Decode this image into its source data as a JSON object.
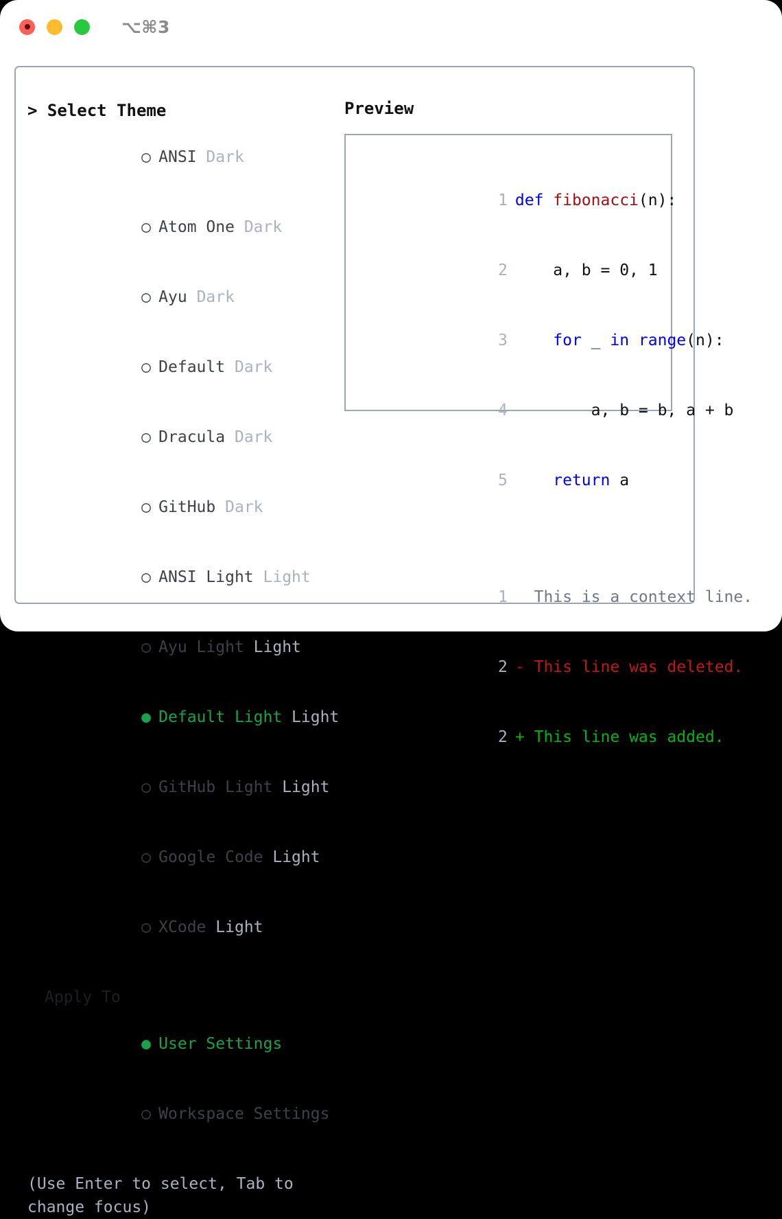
{
  "titlebar": {
    "shortcut": "⌥⌘3",
    "lights": [
      {
        "name": "close",
        "color": "#ff5f57"
      },
      {
        "name": "minimize",
        "color": "#febc2e"
      },
      {
        "name": "maximize",
        "color": "#28c840"
      }
    ]
  },
  "theme_picker": {
    "header": "> Select Theme",
    "selected_theme": "Default Light",
    "accent_color": "#16a34a",
    "badge_color": "#a9b2c3",
    "marker_on": "●",
    "marker_off": "○",
    "items": [
      {
        "marker": "○",
        "label": "ANSI",
        "badge": "Dark",
        "selected": false
      },
      {
        "marker": "○",
        "label": "Atom One",
        "badge": "Dark",
        "selected": false
      },
      {
        "marker": "○",
        "label": "Ayu",
        "badge": "Dark",
        "selected": false
      },
      {
        "marker": "○",
        "label": "Default",
        "badge": "Dark",
        "selected": false
      },
      {
        "marker": "○",
        "label": "Dracula",
        "badge": "Dark",
        "selected": false
      },
      {
        "marker": "○",
        "label": "GitHub",
        "badge": "Dark",
        "selected": false
      },
      {
        "marker": "○",
        "label": "ANSI Light",
        "badge": "Light",
        "selected": false
      },
      {
        "marker": "○",
        "label": "Ayu Light",
        "badge": "Light",
        "selected": false
      },
      {
        "marker": "●",
        "label": "Default Light",
        "badge": "Light",
        "selected": true
      },
      {
        "marker": "○",
        "label": "GitHub Light",
        "badge": "Light",
        "selected": false
      },
      {
        "marker": "○",
        "label": "Google Code",
        "badge": "Light",
        "selected": false
      },
      {
        "marker": "○",
        "label": "XCode",
        "badge": "Light",
        "selected": false
      }
    ]
  },
  "apply_to": {
    "label": "Apply To",
    "selected": "User Settings",
    "items": [
      {
        "marker": "●",
        "label": "User Settings",
        "selected": true
      },
      {
        "marker": "○",
        "label": "Workspace Settings",
        "selected": false
      }
    ]
  },
  "hint": "(Use Enter to select, Tab to change focus)",
  "preview": {
    "title": "Preview",
    "code": [
      {
        "lineno": "1",
        "tokens": [
          {
            "text": "def ",
            "type": "kw"
          },
          {
            "text": "fibonacci",
            "type": "fn"
          },
          {
            "text": "(n):",
            "type": "plain"
          }
        ]
      },
      {
        "lineno": "2",
        "tokens": [
          {
            "text": "    a, b = 0, 1",
            "type": "plain"
          }
        ]
      },
      {
        "lineno": "3",
        "tokens": [
          {
            "text": "    ",
            "type": "plain"
          },
          {
            "text": "for",
            "type": "kw"
          },
          {
            "text": " _ ",
            "type": "plain"
          },
          {
            "text": "in",
            "type": "kw"
          },
          {
            "text": " ",
            "type": "plain"
          },
          {
            "text": "range",
            "type": "kw"
          },
          {
            "text": "(n):",
            "type": "plain"
          }
        ]
      },
      {
        "lineno": "4",
        "tokens": [
          {
            "text": "        a, b = b, a + b",
            "type": "plain"
          }
        ]
      },
      {
        "lineno": "5",
        "tokens": [
          {
            "text": "    ",
            "type": "plain"
          },
          {
            "text": "return",
            "type": "kw"
          },
          {
            "text": " a",
            "type": "plain"
          }
        ]
      }
    ],
    "diff": [
      {
        "lineno": "1",
        "sign": " ",
        "text": "This is a context line.",
        "kind": "ctx"
      },
      {
        "lineno": "2",
        "sign": "-",
        "text": "This line was deleted.",
        "kind": "del"
      },
      {
        "lineno": "2",
        "sign": "+",
        "text": "This line was added.",
        "kind": "add"
      }
    ],
    "diff_colors": {
      "context": "#707880",
      "deleted": "#c01818",
      "added": "#00b512"
    }
  }
}
